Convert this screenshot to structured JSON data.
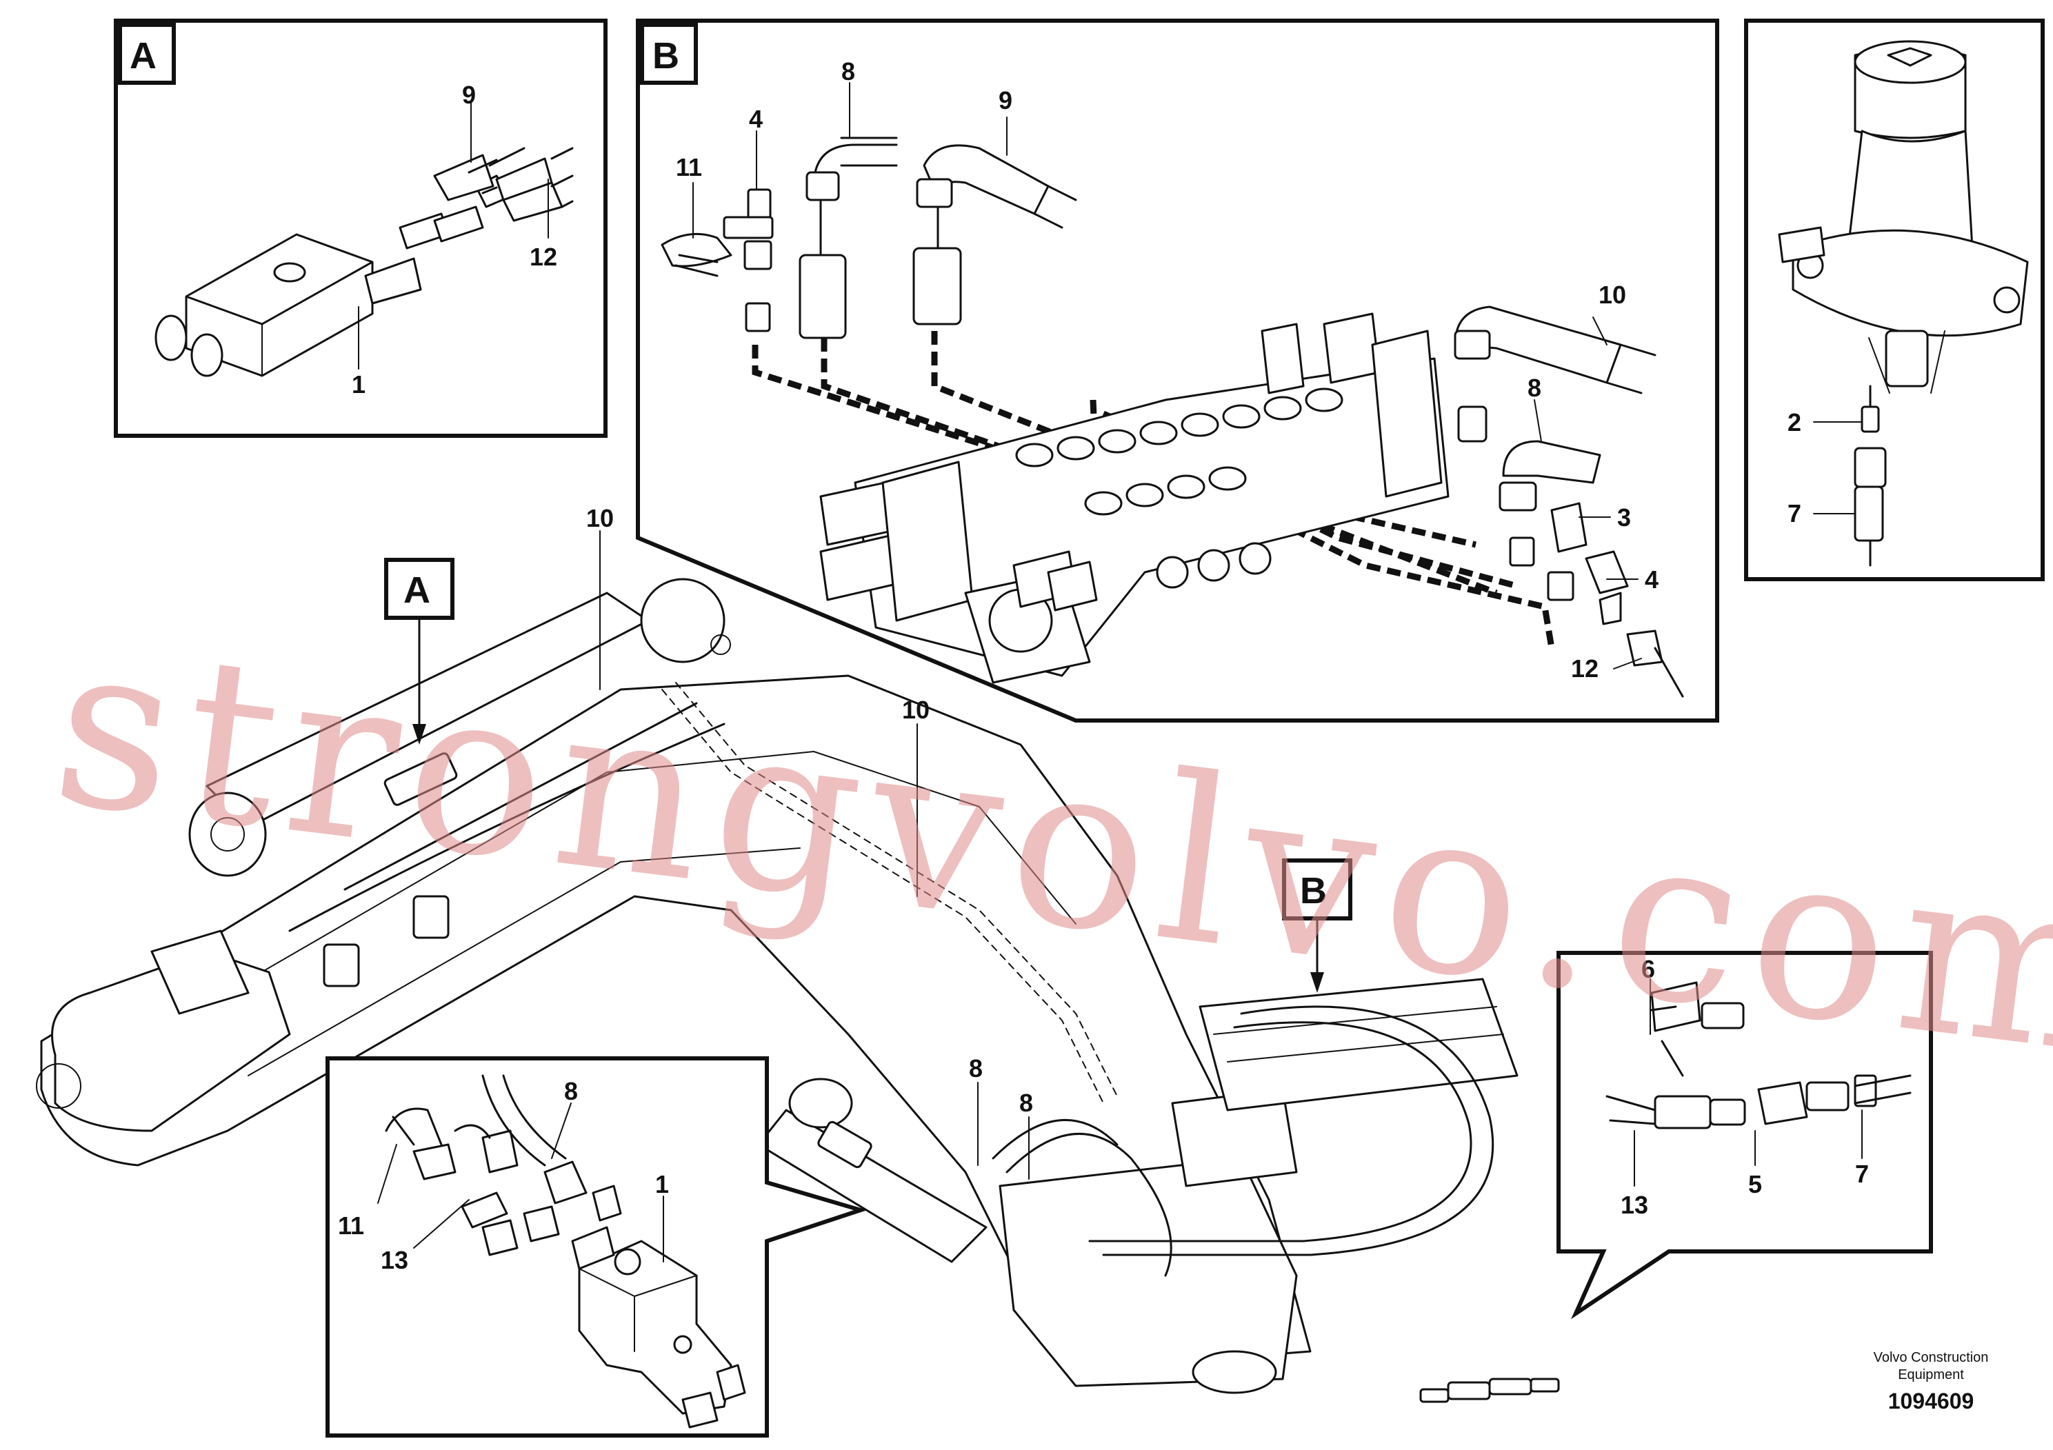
{
  "diagram": {
    "panel_a": {
      "letter": "A",
      "callouts": {
        "c9": "9",
        "c12": "12",
        "c1": "1"
      }
    },
    "panel_b": {
      "letter": "B",
      "callouts": {
        "c11": "11",
        "c4a": "4",
        "c8a": "8",
        "c9": "9",
        "c10": "10",
        "c8b": "8",
        "c3": "3",
        "c4b": "4",
        "c12": "12"
      }
    },
    "panel_c": {
      "callouts": {
        "c2": "2",
        "c7": "7"
      }
    },
    "main": {
      "marker_a": "A",
      "marker_b": "B",
      "callouts": {
        "c10a": "10",
        "c10b": "10",
        "c8a": "8",
        "c8b": "8"
      }
    },
    "detail_valve": {
      "callouts": {
        "c8": "8",
        "c1": "1",
        "c11": "11",
        "c13": "13"
      }
    },
    "detail_tee": {
      "callouts": {
        "c6": "6",
        "c13": "13",
        "c5": "5",
        "c7": "7"
      }
    },
    "footer": {
      "manufacturer": "Volvo Construction Equipment",
      "manufacturer_line1": "Volvo Construction",
      "manufacturer_line2": "Equipment",
      "drawing_number": "1094609"
    },
    "watermark": "strongvolvo.com",
    "colors": {
      "ink": "#111111",
      "watermark": "#e08a8a",
      "background": "#ffffff"
    }
  }
}
